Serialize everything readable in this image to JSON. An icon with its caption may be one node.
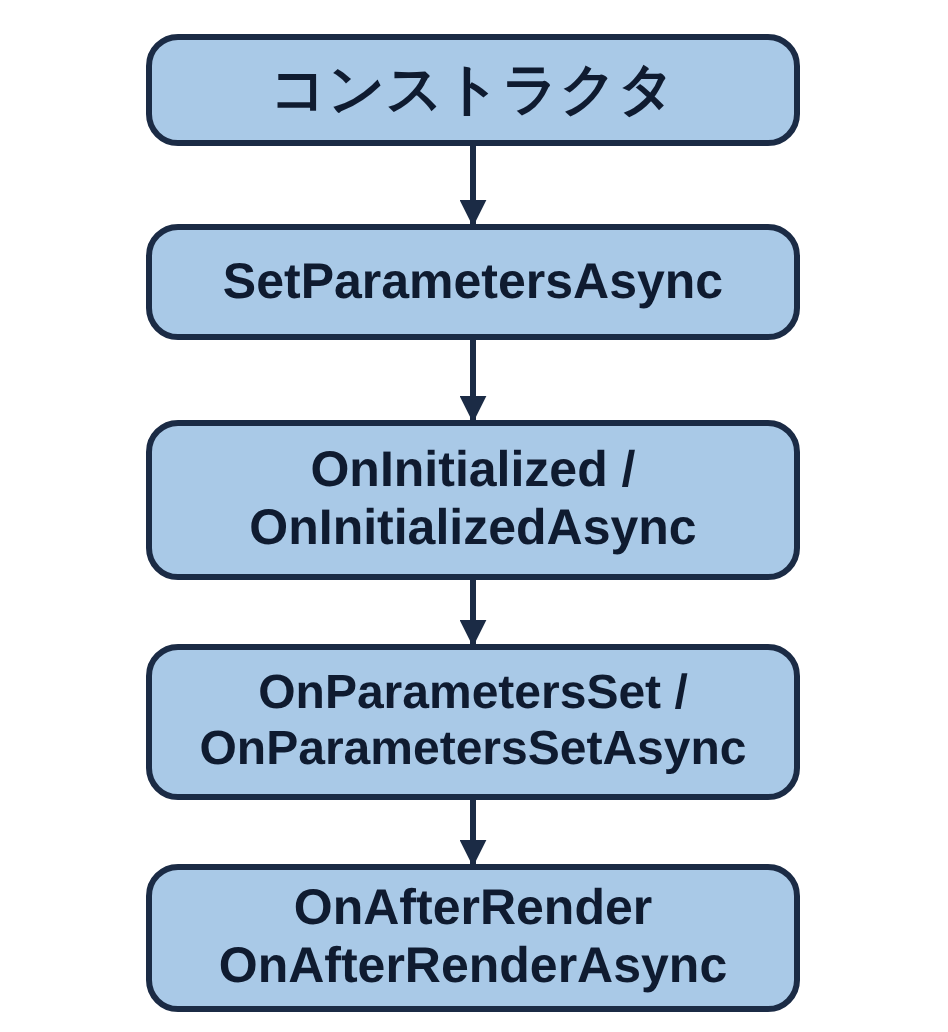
{
  "diagram": {
    "nodes": [
      {
        "text": [
          "コンストラクタ"
        ]
      },
      {
        "text": [
          "SetParametersAsync"
        ]
      },
      {
        "text": [
          "OnInitialized / OnInitializedAsync"
        ]
      },
      {
        "text": [
          "OnParametersSet / OnParametersSetAsync"
        ]
      },
      {
        "text": [
          "OnAfterRender OnAfterRenderAsync"
        ]
      }
    ],
    "edges": [
      {
        "from": 0,
        "to": 1,
        "arrow": "to"
      },
      {
        "from": 1,
        "to": 2,
        "arrow": "to"
      },
      {
        "from": 2,
        "to": 3,
        "arrow": "to"
      },
      {
        "from": 3,
        "to": 4,
        "arrow": "to"
      }
    ]
  }
}
